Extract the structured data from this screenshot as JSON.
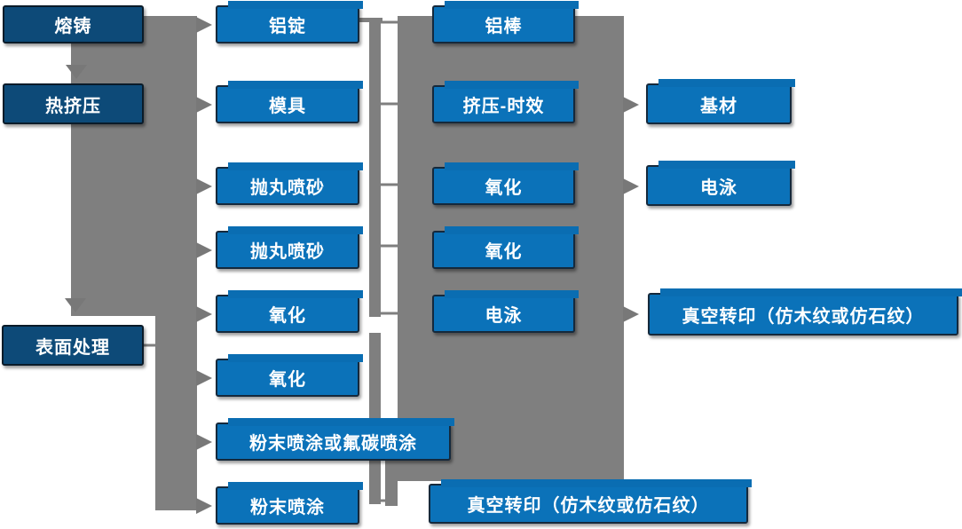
{
  "diagram_title": "",
  "colors": {
    "dark_blue": "#0d4a78",
    "light_blue": "#0b72b9",
    "connector_gray": "#7f7f7f",
    "box_text": "#ffffff"
  },
  "nodes": {
    "c1": {
      "items": [
        {
          "id": "c1r1",
          "label": "熔铸"
        },
        {
          "id": "c1r2",
          "label": "热挤压"
        },
        {
          "id": "c1r3",
          "label": "表面处理"
        }
      ]
    },
    "c2": {
      "items": [
        {
          "id": "c2r1",
          "label": "铝锭"
        },
        {
          "id": "c2r2",
          "label": "模具"
        },
        {
          "id": "c2r3",
          "label": "抛丸喷砂"
        },
        {
          "id": "c2r4",
          "label": "抛丸喷砂"
        },
        {
          "id": "c2r5",
          "label": "氧化"
        },
        {
          "id": "c2r6",
          "label": "氧化"
        },
        {
          "id": "c2r7",
          "label": "粉末喷涂或氟碳喷涂"
        },
        {
          "id": "c2r8",
          "label": "粉末喷涂"
        }
      ]
    },
    "c3": {
      "items": [
        {
          "id": "c3r1",
          "label": "铝棒"
        },
        {
          "id": "c3r2",
          "label": "挤压-时效"
        },
        {
          "id": "c3r3",
          "label": "氧化"
        },
        {
          "id": "c3r4",
          "label": "氧化"
        },
        {
          "id": "c3r5",
          "label": "电泳"
        },
        {
          "id": "c3r8",
          "label": "真空转印（仿木纹或仿石纹）"
        }
      ]
    },
    "c4": {
      "items": [
        {
          "id": "c4r2",
          "label": "基材"
        },
        {
          "id": "c4r3",
          "label": "电泳"
        },
        {
          "id": "c4r5",
          "label": "真空转印（仿木纹或仿石纹）"
        }
      ]
    }
  },
  "edges": [
    {
      "from": "c1r1",
      "to": "c1r2"
    },
    {
      "from": "c1r1",
      "to": "c2r1"
    },
    {
      "from": "c1r2",
      "to": "c2r2"
    },
    {
      "from": "c1r2",
      "to": "c2r3"
    },
    {
      "from": "c1r2",
      "to": "c2r4"
    },
    {
      "from": "c1r2",
      "to": "c2r5"
    },
    {
      "from": "c1r2",
      "to": "c1r3"
    },
    {
      "from": "c1r3",
      "to": "c2r6"
    },
    {
      "from": "c1r3",
      "to": "c2r7"
    },
    {
      "from": "c1r3",
      "to": "c2r8"
    },
    {
      "from": "c2r1",
      "to": "c3r1"
    },
    {
      "from": "c2r2",
      "to": "c3r2"
    },
    {
      "from": "c2r3",
      "to": "c3r3"
    },
    {
      "from": "c2r4",
      "to": "c3r4"
    },
    {
      "from": "c2r5",
      "to": "c3r5"
    },
    {
      "from": "c2r8",
      "to": "c3r8"
    },
    {
      "from": "c3r2",
      "to": "c4r2"
    },
    {
      "from": "c3r3",
      "to": "c4r3"
    },
    {
      "from": "c3r5",
      "to": "c4r5"
    }
  ]
}
